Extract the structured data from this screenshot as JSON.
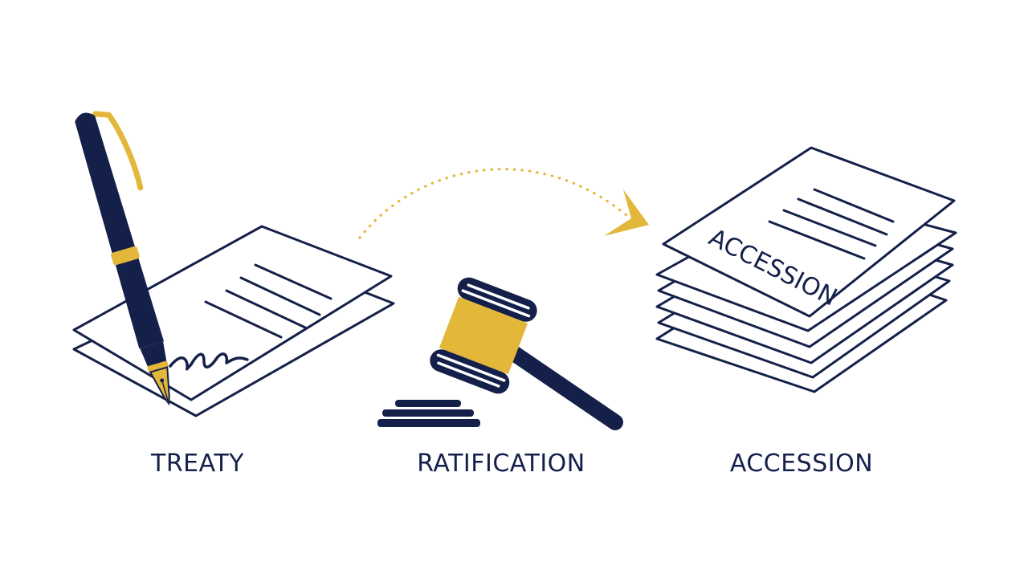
{
  "colors": {
    "navy": "#15204a",
    "gold": "#e3b83a",
    "background": "#ffffff"
  },
  "icons": {
    "treaty": [
      "fountain-pen-icon",
      "signed-document-icon"
    ],
    "ratification": [
      "gavel-icon"
    ],
    "accession": [
      "document-stack-icon"
    ],
    "connector": "dotted-arrow-icon"
  },
  "labels": {
    "treaty": "TREATY",
    "ratification": "RATIFICATION",
    "accession": "ACCESSION",
    "stack_document": "ACCESSION"
  }
}
